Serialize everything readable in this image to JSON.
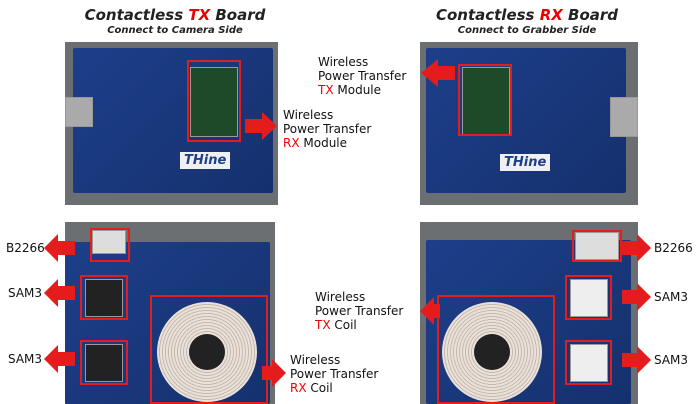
{
  "tx": {
    "title_pre": "Contactless ",
    "title_hl": "TX",
    "title_post": " Board",
    "subtitle": "Connect to Camera Side"
  },
  "rx": {
    "title_pre": "Contactless ",
    "title_hl": "RX",
    "title_post": " Board",
    "subtitle": "Connect to Grabber Side"
  },
  "labels": {
    "rx_module": {
      "l1": "Wireless",
      "l2": "Power Transfer",
      "hl": "RX",
      "rest": " Module"
    },
    "tx_module": {
      "l1": "Wireless",
      "l2": "Power Transfer",
      "hl": "TX",
      "rest": " Module"
    },
    "rx_coil": {
      "l1": "Wireless",
      "l2": "Power Transfer",
      "hl": "RX",
      "rest": " Coil"
    },
    "tx_coil": {
      "l1": "Wireless",
      "l2": "Power Transfer",
      "hl": "TX",
      "rest": " Coil"
    },
    "b2266": "B2266",
    "sam3": "SAM3"
  },
  "logo": "THine",
  "colors": {
    "accent": "#e41c1c",
    "board": "#1d3f8a"
  }
}
